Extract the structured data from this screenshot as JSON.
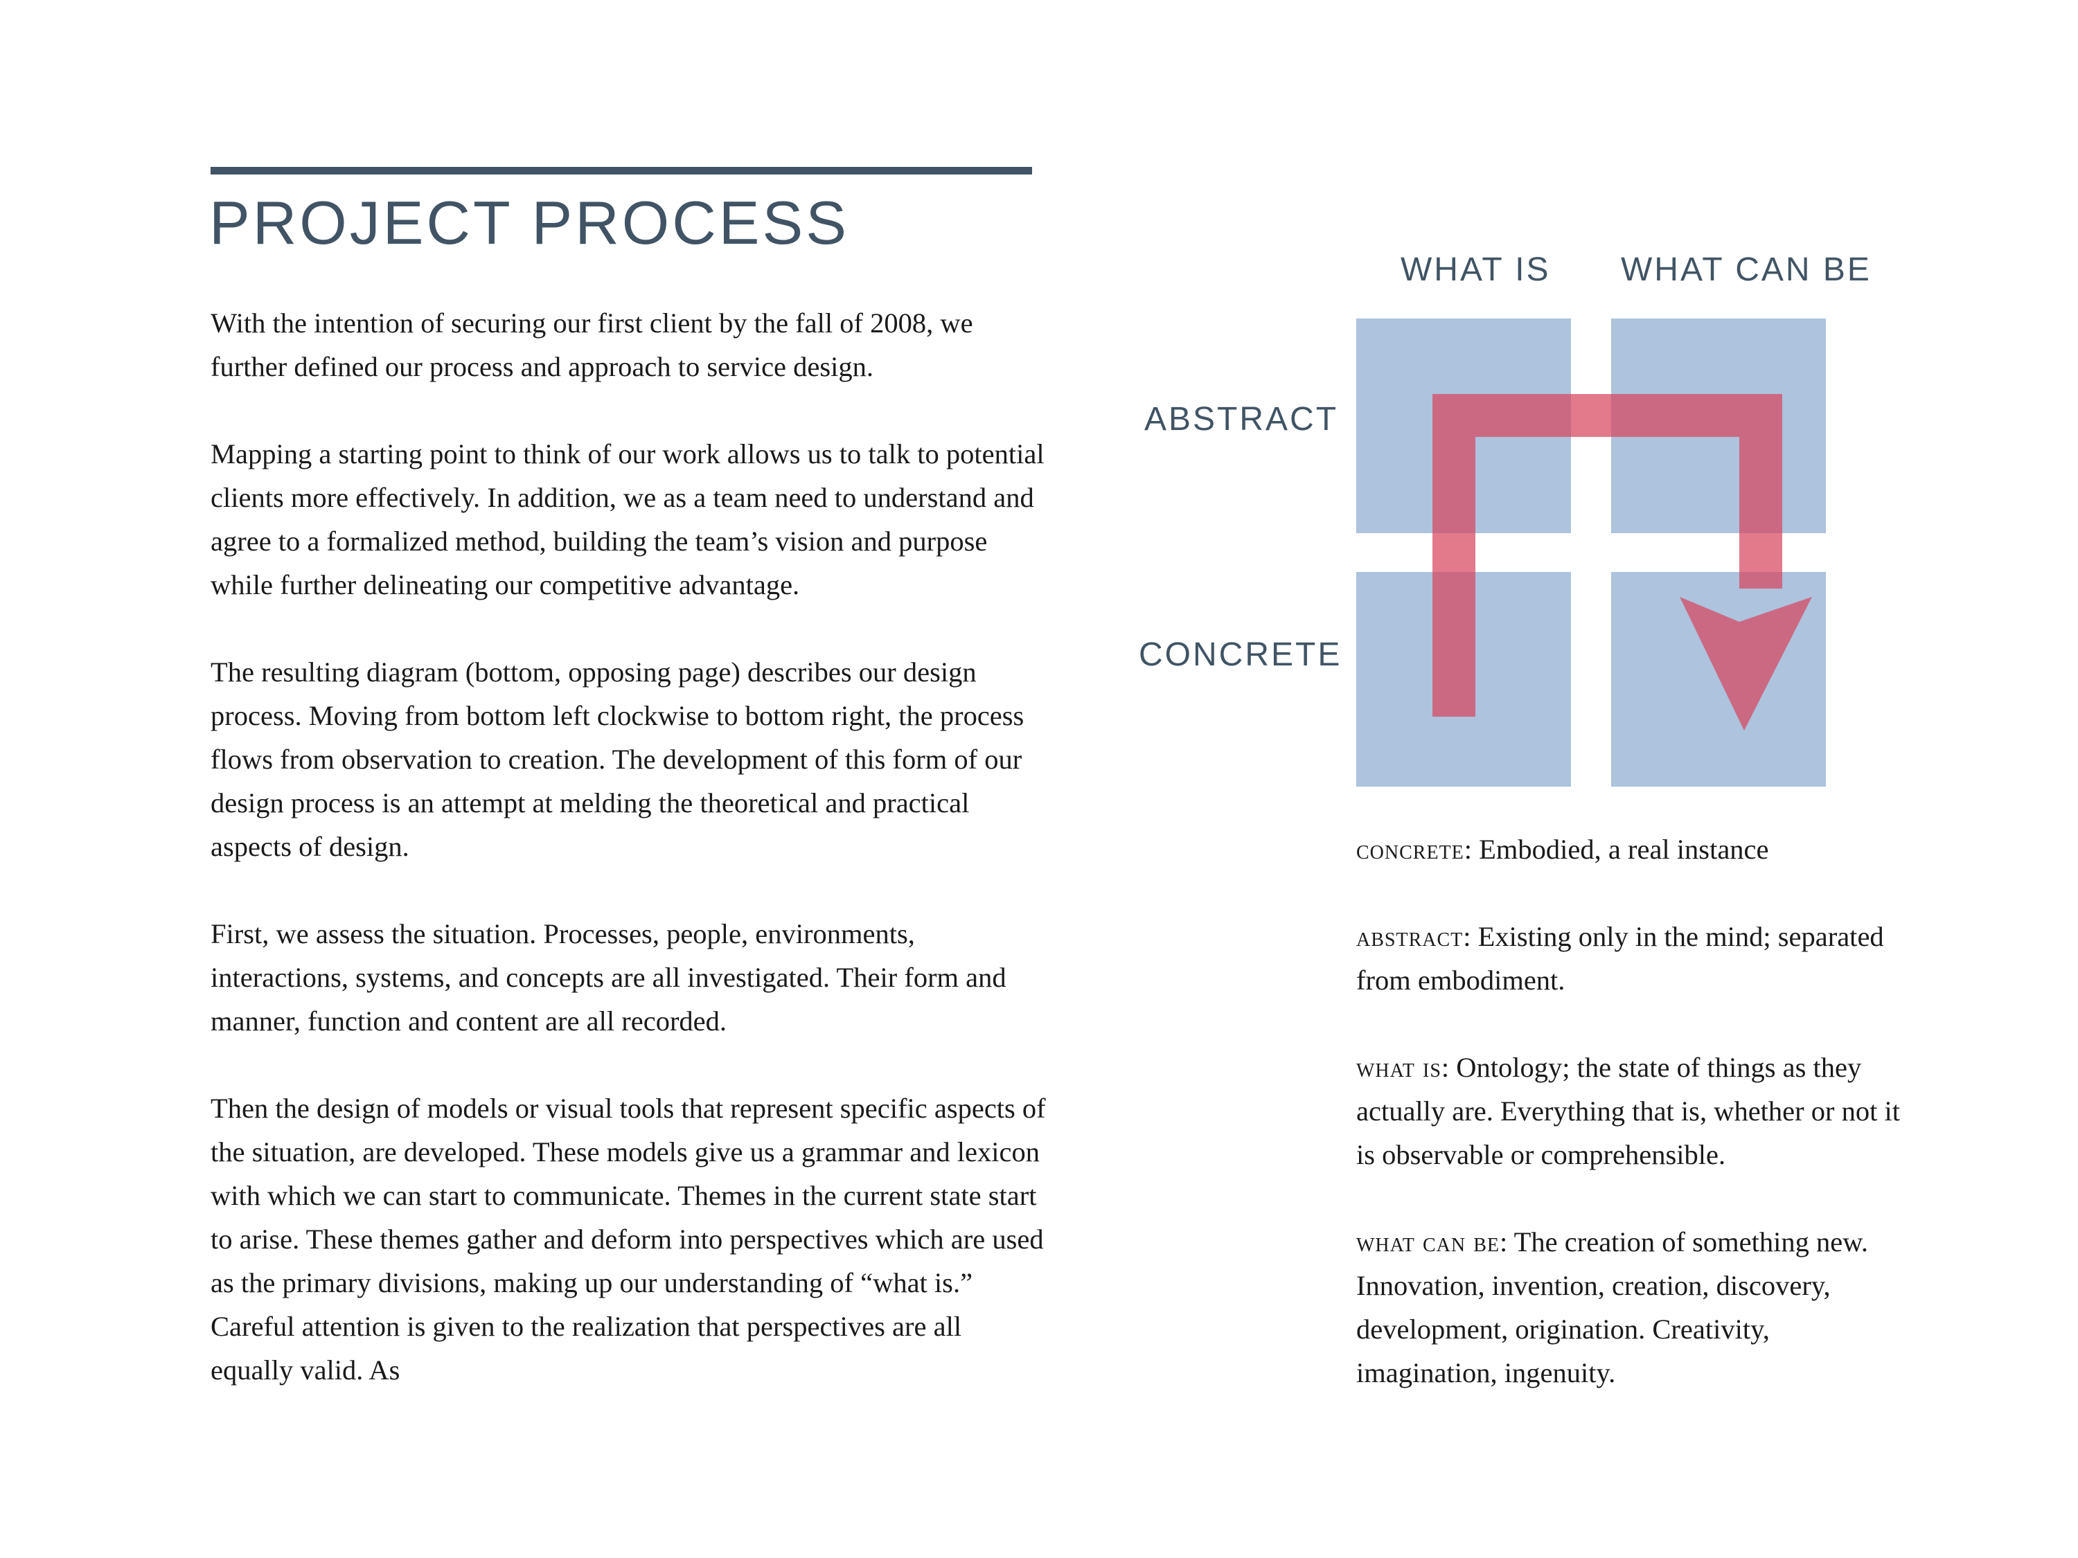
{
  "page": {
    "title": "PROJECT PROCESS",
    "paragraphs": [
      "With the intention of securing our first client by the fall of 2008, we further defined our process and approach to service design.",
      "Mapping a starting point to think of our work allows us to talk to potential clients more effectively. In addition, we as a team need to understand and agree to a formalized method, building the team’s vision and purpose while further delineating our competitive advantage.",
      "The resulting diagram (bottom, opposing page) describes our design process. Moving from bottom left clockwise to bottom right, the process flows from observation to creation. The development of this form of our design process is an attempt at melding the theoretical and practical aspects of design.",
      "First, we assess the situation. Processes, people, environments, interactions, systems, and concepts are all investigated. Their form and manner, function and content are all recorded.",
      "Then the design of models or visual tools that represent specific aspects of the situation, are developed. These models give us a grammar and lexicon with which we can start to communicate. Themes in the current state start to arise. These themes gather and deform into perspectives which are used as the primary divisions, making up our understanding of “what is.” Careful attention is given to the realization that perspectives are all equally valid. As"
    ]
  },
  "diagram": {
    "column_labels": [
      "WHAT IS",
      "WHAT CAN BE"
    ],
    "row_labels": [
      "ABSTRACT",
      "CONCRETE"
    ],
    "colors": {
      "square": "#adc3de",
      "arrow": "#d7465f",
      "label": "#415466"
    }
  },
  "definitions": [
    {
      "term": "concrete",
      "text": "Embodied, a real instance"
    },
    {
      "term": "abstract",
      "text": "Existing only in the mind; separated from embodiment."
    },
    {
      "term": "what is",
      "text": "Ontology; the state of things as they actually are. Everything that is, whether or not it is observable or comprehensible."
    },
    {
      "term": "what can be",
      "text": "The creation of something new. Innovation, invention, creation, discovery, development, origination. Creativity, imagination, ingenuity."
    }
  ]
}
